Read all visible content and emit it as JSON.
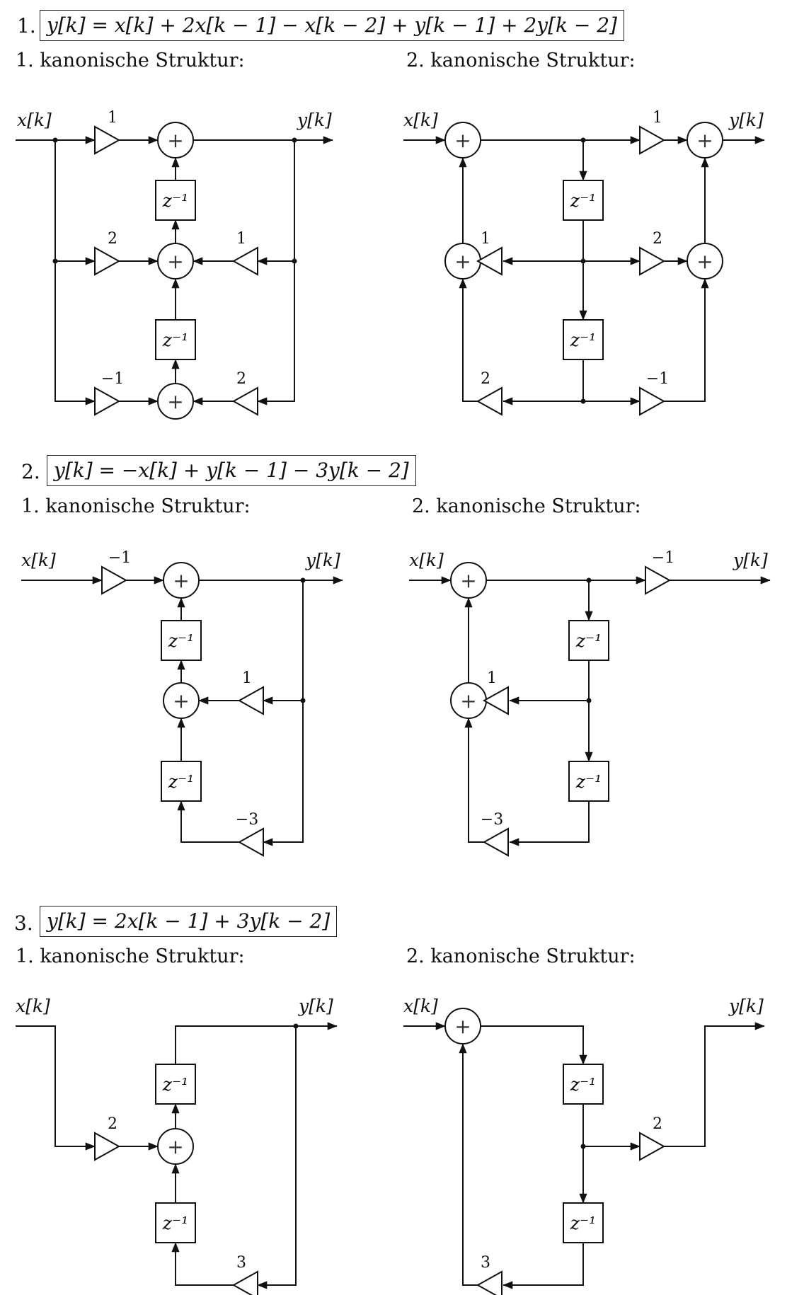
{
  "colors": {
    "line": "#111111",
    "background": "#ffffff"
  },
  "symbols": {
    "input": "x[k]",
    "output": "y[k]",
    "delay": "z⁻¹",
    "sum": "+"
  },
  "problems": [
    {
      "number": "1.",
      "equation": "y[k] = x[k] + 2x[k − 1] − x[k − 2] + y[k − 1] + 2y[k − 2]",
      "structure1_title": "1. kanonische Struktur:",
      "structure2_title": "2. kanonische Struktur:",
      "structure1_gains": [
        "1",
        "2",
        "1",
        "−1",
        "2"
      ],
      "structure2_gains": [
        "1",
        "1",
        "2",
        "2",
        "−1"
      ]
    },
    {
      "number": "2.",
      "equation": "y[k] = −x[k] + y[k − 1] − 3y[k − 2]",
      "structure1_title": "1. kanonische Struktur:",
      "structure2_title": "2. kanonische Struktur:",
      "structure1_gains": [
        "−1",
        "1",
        "−3"
      ],
      "structure2_gains": [
        "−1",
        "1",
        "−3"
      ]
    },
    {
      "number": "3.",
      "equation": "y[k] = 2x[k − 1] + 3y[k − 2]",
      "structure1_title": "1. kanonische Struktur:",
      "structure2_title": "2. kanonische Struktur:",
      "structure1_gains": [
        "2",
        "3"
      ],
      "structure2_gains": [
        "2",
        "3"
      ]
    }
  ]
}
